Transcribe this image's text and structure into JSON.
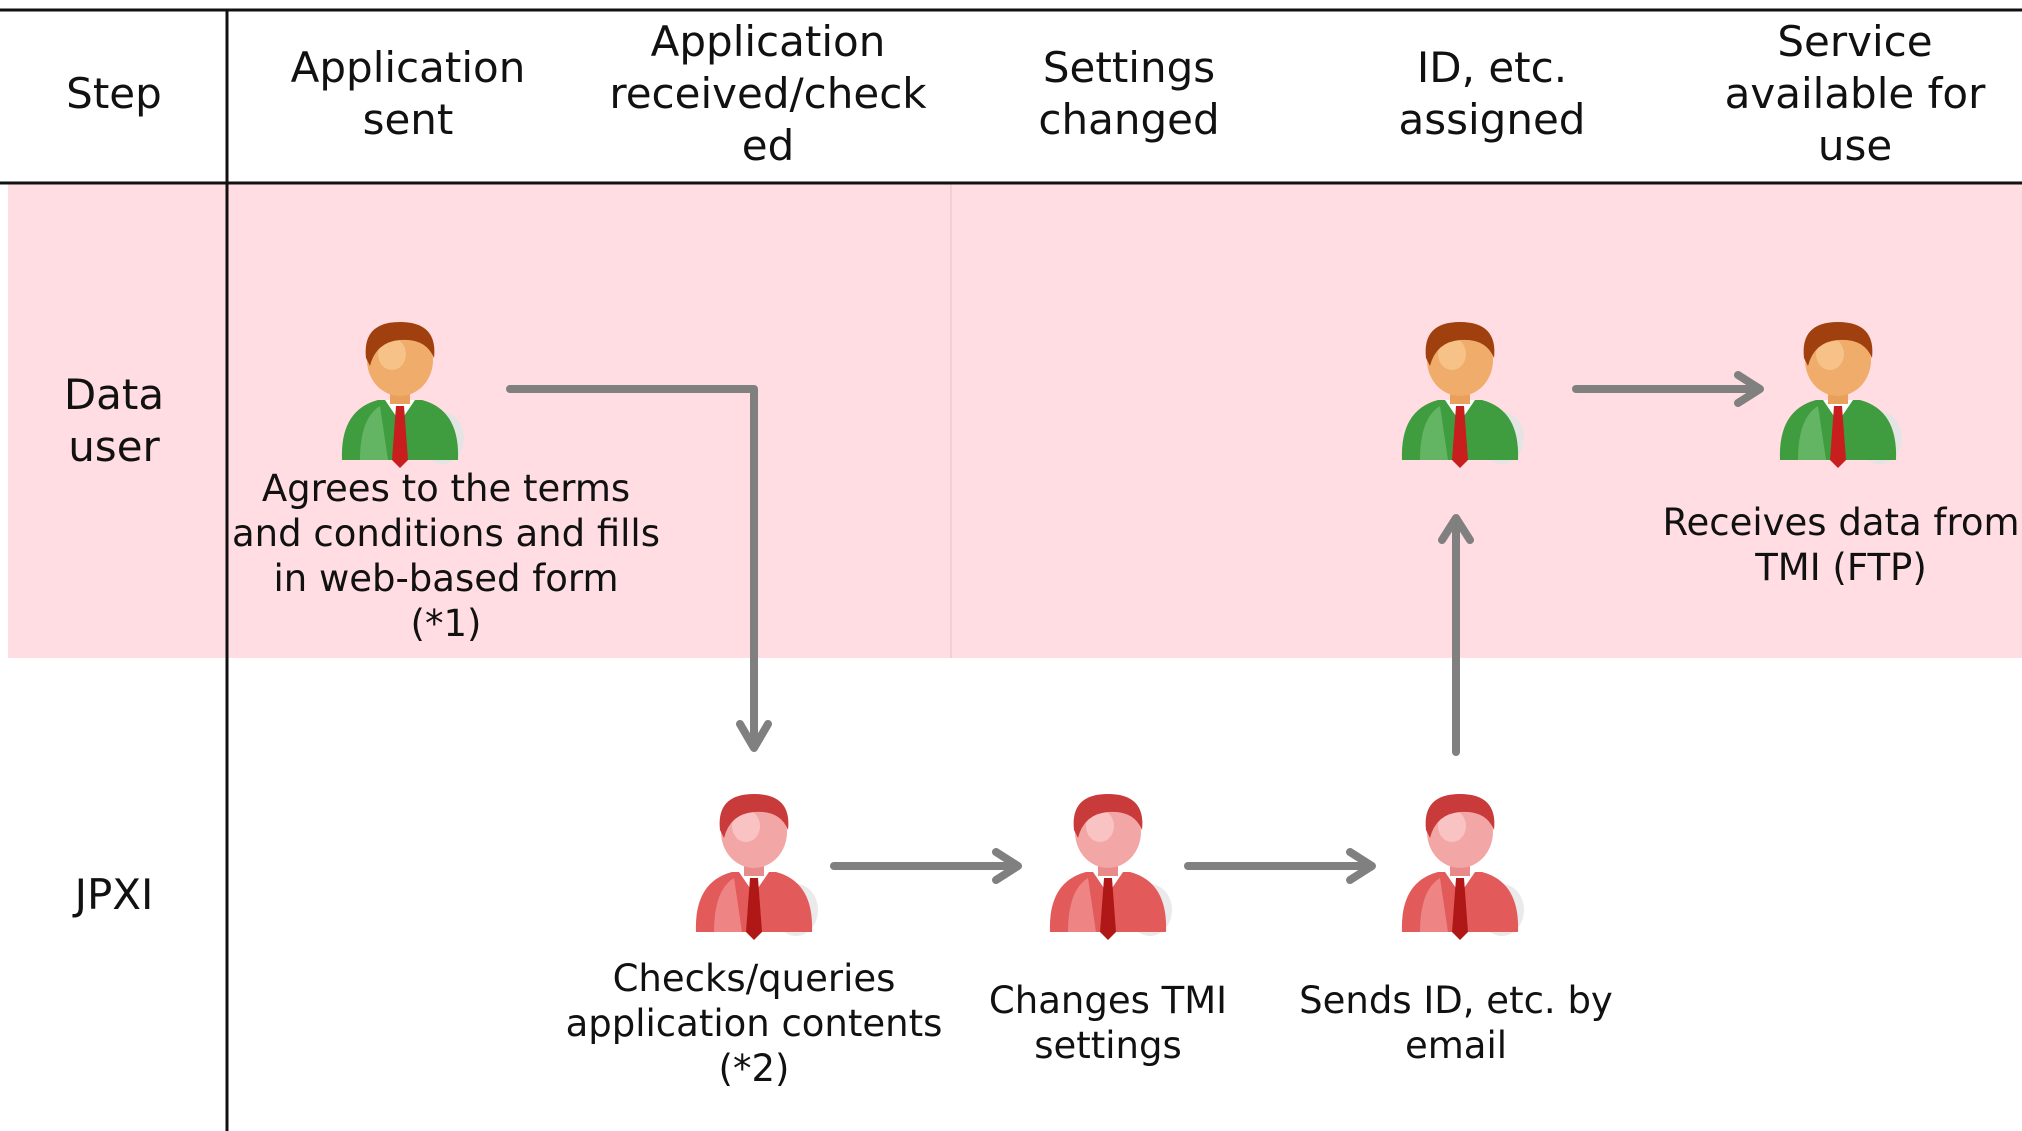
{
  "header": {
    "step_label": "Step",
    "steps": [
      "Application\nsent",
      "Application\nreceived/check\ned",
      "Settings\nchanged",
      "ID, etc.\nassigned",
      "Service\navailable for\nuse"
    ]
  },
  "lanes": [
    {
      "label": "Data\nuser",
      "color": "#ffdde2"
    },
    {
      "label": "JPXI",
      "color": "#ffffff"
    }
  ],
  "actors": [
    {
      "name": "data-user-application",
      "role": "data-user",
      "caption": "Agrees to the terms\nand conditions and fills\nin web-based form\n(*1)"
    },
    {
      "name": "data-user-assigned",
      "role": "data-user",
      "caption": ""
    },
    {
      "name": "data-user-service",
      "role": "data-user",
      "caption": "Receives data from\nTMI (FTP)"
    },
    {
      "name": "jpxi-check",
      "role": "jpxi",
      "caption": "Checks/queries\napplication contents\n(*2)"
    },
    {
      "name": "jpxi-settings",
      "role": "jpxi",
      "caption": "Changes TMI\nsettings"
    },
    {
      "name": "jpxi-send-id",
      "role": "jpxi",
      "caption": "Sends ID, etc. by\nemail"
    }
  ],
  "icons": {
    "data_user": "person-green-icon",
    "jpxi": "person-red-icon"
  },
  "colors": {
    "arrow": "#808080",
    "data_user_suit": "#3d9a3d",
    "jpxi_suit": "#e05a5a",
    "lane_highlight": "#ffdde2"
  }
}
